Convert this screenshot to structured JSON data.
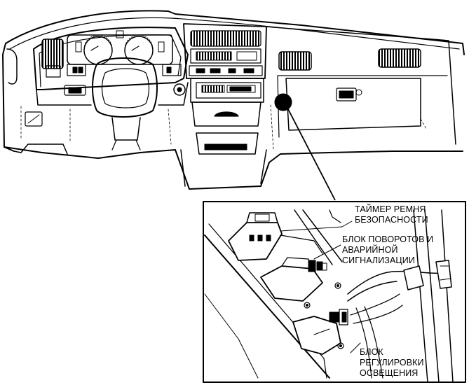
{
  "labels": {
    "timer_line1": "ТАЙМЕР РЕМНЯ",
    "timer_line2": "БЕЗОПАСНОСТИ",
    "turn_line1": "БЛОК ПОВОРОТОВ И",
    "turn_line2": "АВАРИЙНОЙ",
    "turn_line3": "СИГНАЛИЗАЦИИ",
    "light_line1": "БЛОК",
    "light_line2": "РЕГУЛИРОВКИ",
    "light_line3": "ОСВЕЩЕНИЯ"
  }
}
